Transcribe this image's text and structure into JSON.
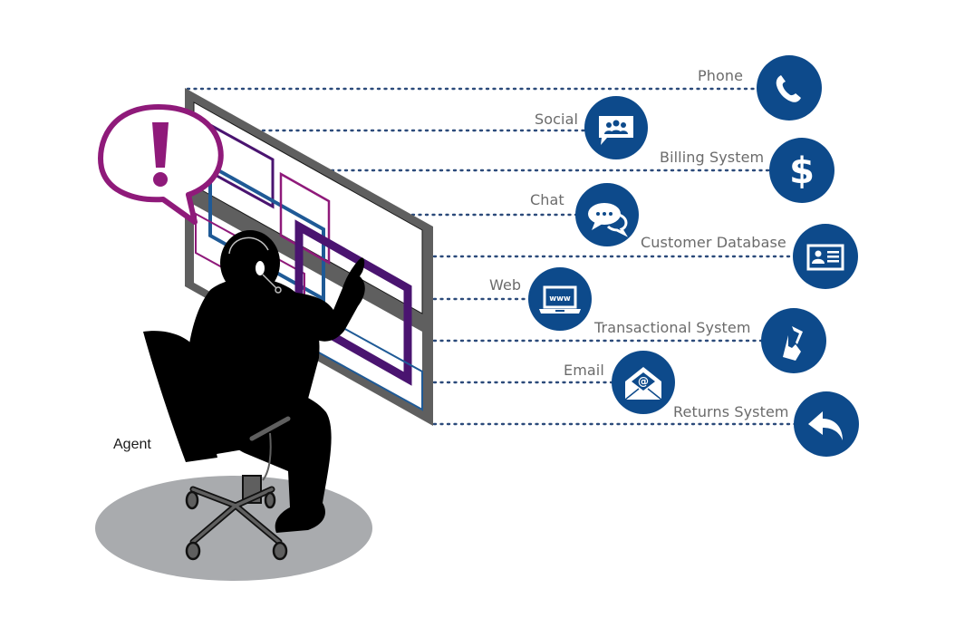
{
  "diagram": {
    "type": "omnichannel-agent-illustration",
    "colors": {
      "channel_circle": "#0d4a8b",
      "dotted_line": "#2b4a7a",
      "label_text": "#6b6b6b",
      "speech_bubble": "#8f1a7a",
      "screen_frame": "#5f5f5f",
      "window_blue": "#1f5a96",
      "window_purple": "#4a1470",
      "window_magenta": "#8f1a7a",
      "floor_shadow": "#a9abae",
      "silhouette": "#000000"
    },
    "agent": {
      "label": "Agent",
      "alert_symbol": "!"
    },
    "channels": [
      {
        "id": "phone",
        "label": "Phone",
        "icon": "phone-icon"
      },
      {
        "id": "social",
        "label": "Social",
        "icon": "social-group-chat-icon"
      },
      {
        "id": "billing",
        "label": "Billing System",
        "icon": "dollar-icon"
      },
      {
        "id": "chat",
        "label": "Chat",
        "icon": "chat-bubbles-icon"
      },
      {
        "id": "customer-db",
        "label": "Customer Database",
        "icon": "id-card-icon"
      },
      {
        "id": "web",
        "label": "Web",
        "icon": "laptop-www-icon"
      },
      {
        "id": "transactional",
        "label": "Transactional System",
        "icon": "hand-card-icon"
      },
      {
        "id": "email",
        "label": "Email",
        "icon": "envelope-at-icon"
      },
      {
        "id": "returns",
        "label": "Returns System",
        "icon": "return-arrow-icon"
      }
    ]
  }
}
